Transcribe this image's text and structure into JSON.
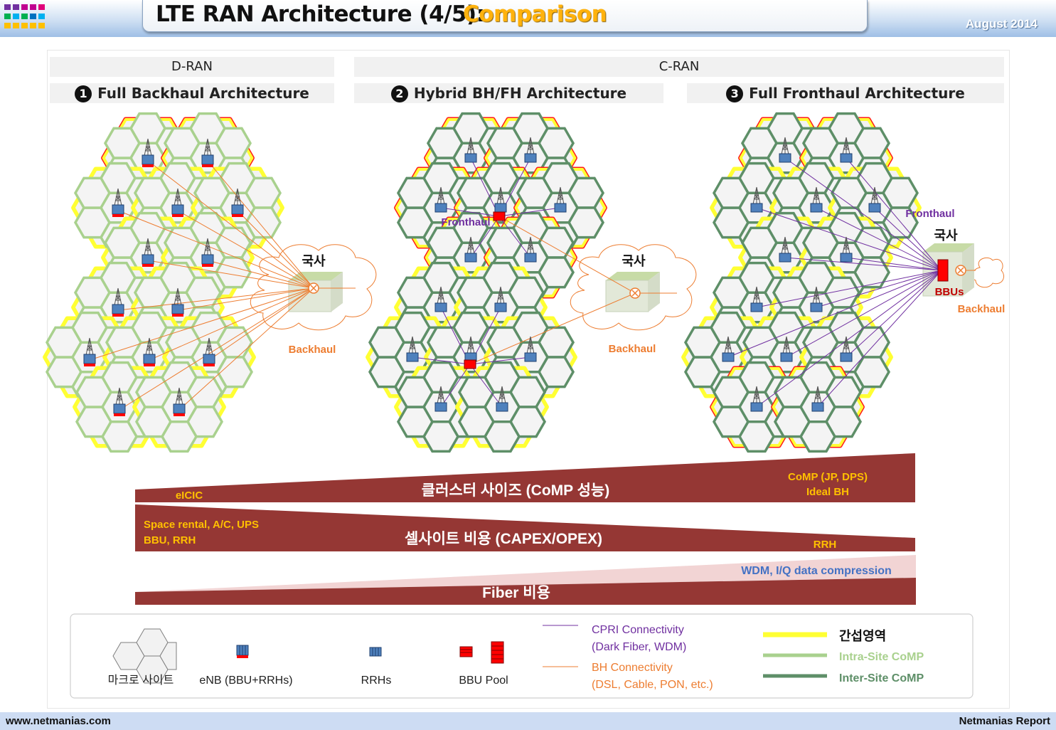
{
  "header": {
    "title_main": "LTE RAN Architecture (4/5): ",
    "title_accent": "Comparison",
    "date": "August 2014"
  },
  "sections": {
    "dran": "D-RAN",
    "cran": "C-RAN",
    "arch1": {
      "number": "1",
      "title": "Full Backhaul Architecture"
    },
    "arch2": {
      "number": "2",
      "title": "Hybrid BH/FH Architecture"
    },
    "arch3": {
      "number": "3",
      "title": "Full Fronthaul Architecture"
    }
  },
  "diagram_labels": {
    "central_office": "국사",
    "backhaul": "Backhaul",
    "fronthaul": "Fronthaul",
    "bbus": "BBUs"
  },
  "bars": {
    "cluster": {
      "title": "클러스터 사이즈 (CoMP 성능)",
      "left_note": "eICIC",
      "right_note_1": "CoMP (JP, DPS)",
      "right_note_2": "Ideal BH"
    },
    "cell_site": {
      "title": "셀사이트 비용 (CAPEX/OPEX)",
      "left_note_1": "Space rental, A/C, UPS",
      "left_note_2": "BBU, RRH",
      "right_note": "RRH"
    },
    "fiber": {
      "title": "Fiber 비용",
      "top_note": "WDM, I/Q data compression"
    }
  },
  "legend": {
    "macro_site": "마크로 사이트",
    "enb": "eNB (BBU+RRHs)",
    "rrhs": "RRHs",
    "bbu_pool": "BBU Pool",
    "cpri_1": "CPRI Connectivity",
    "cpri_2": "(Dark Fiber, WDM)",
    "bh_1": "BH Connectivity",
    "bh_2": "(DSL, Cable, PON, etc.)",
    "interference": "간섭영역",
    "intra_comp": "Intra-Site CoMP",
    "inter_comp": "Inter-Site CoMP"
  },
  "colors": {
    "interference": "#ffff33",
    "intra_comp": "#a9d18e",
    "inter_comp": "#5e8f68",
    "cell_border_red": "#ff1a1a",
    "bar_dark_red": "#953734",
    "bar_light": "#f2d4d4",
    "note_orange": "#ffc000",
    "backhaul_orange": "#ed7d31",
    "fronthaul_purple": "#7030a0",
    "rrh_blue": "#4f81bd",
    "bbu_red": "#ff0000",
    "note_blue": "#4472c4"
  },
  "footer": {
    "website": "www.netmanias.com",
    "report": "Netmanias Report"
  }
}
